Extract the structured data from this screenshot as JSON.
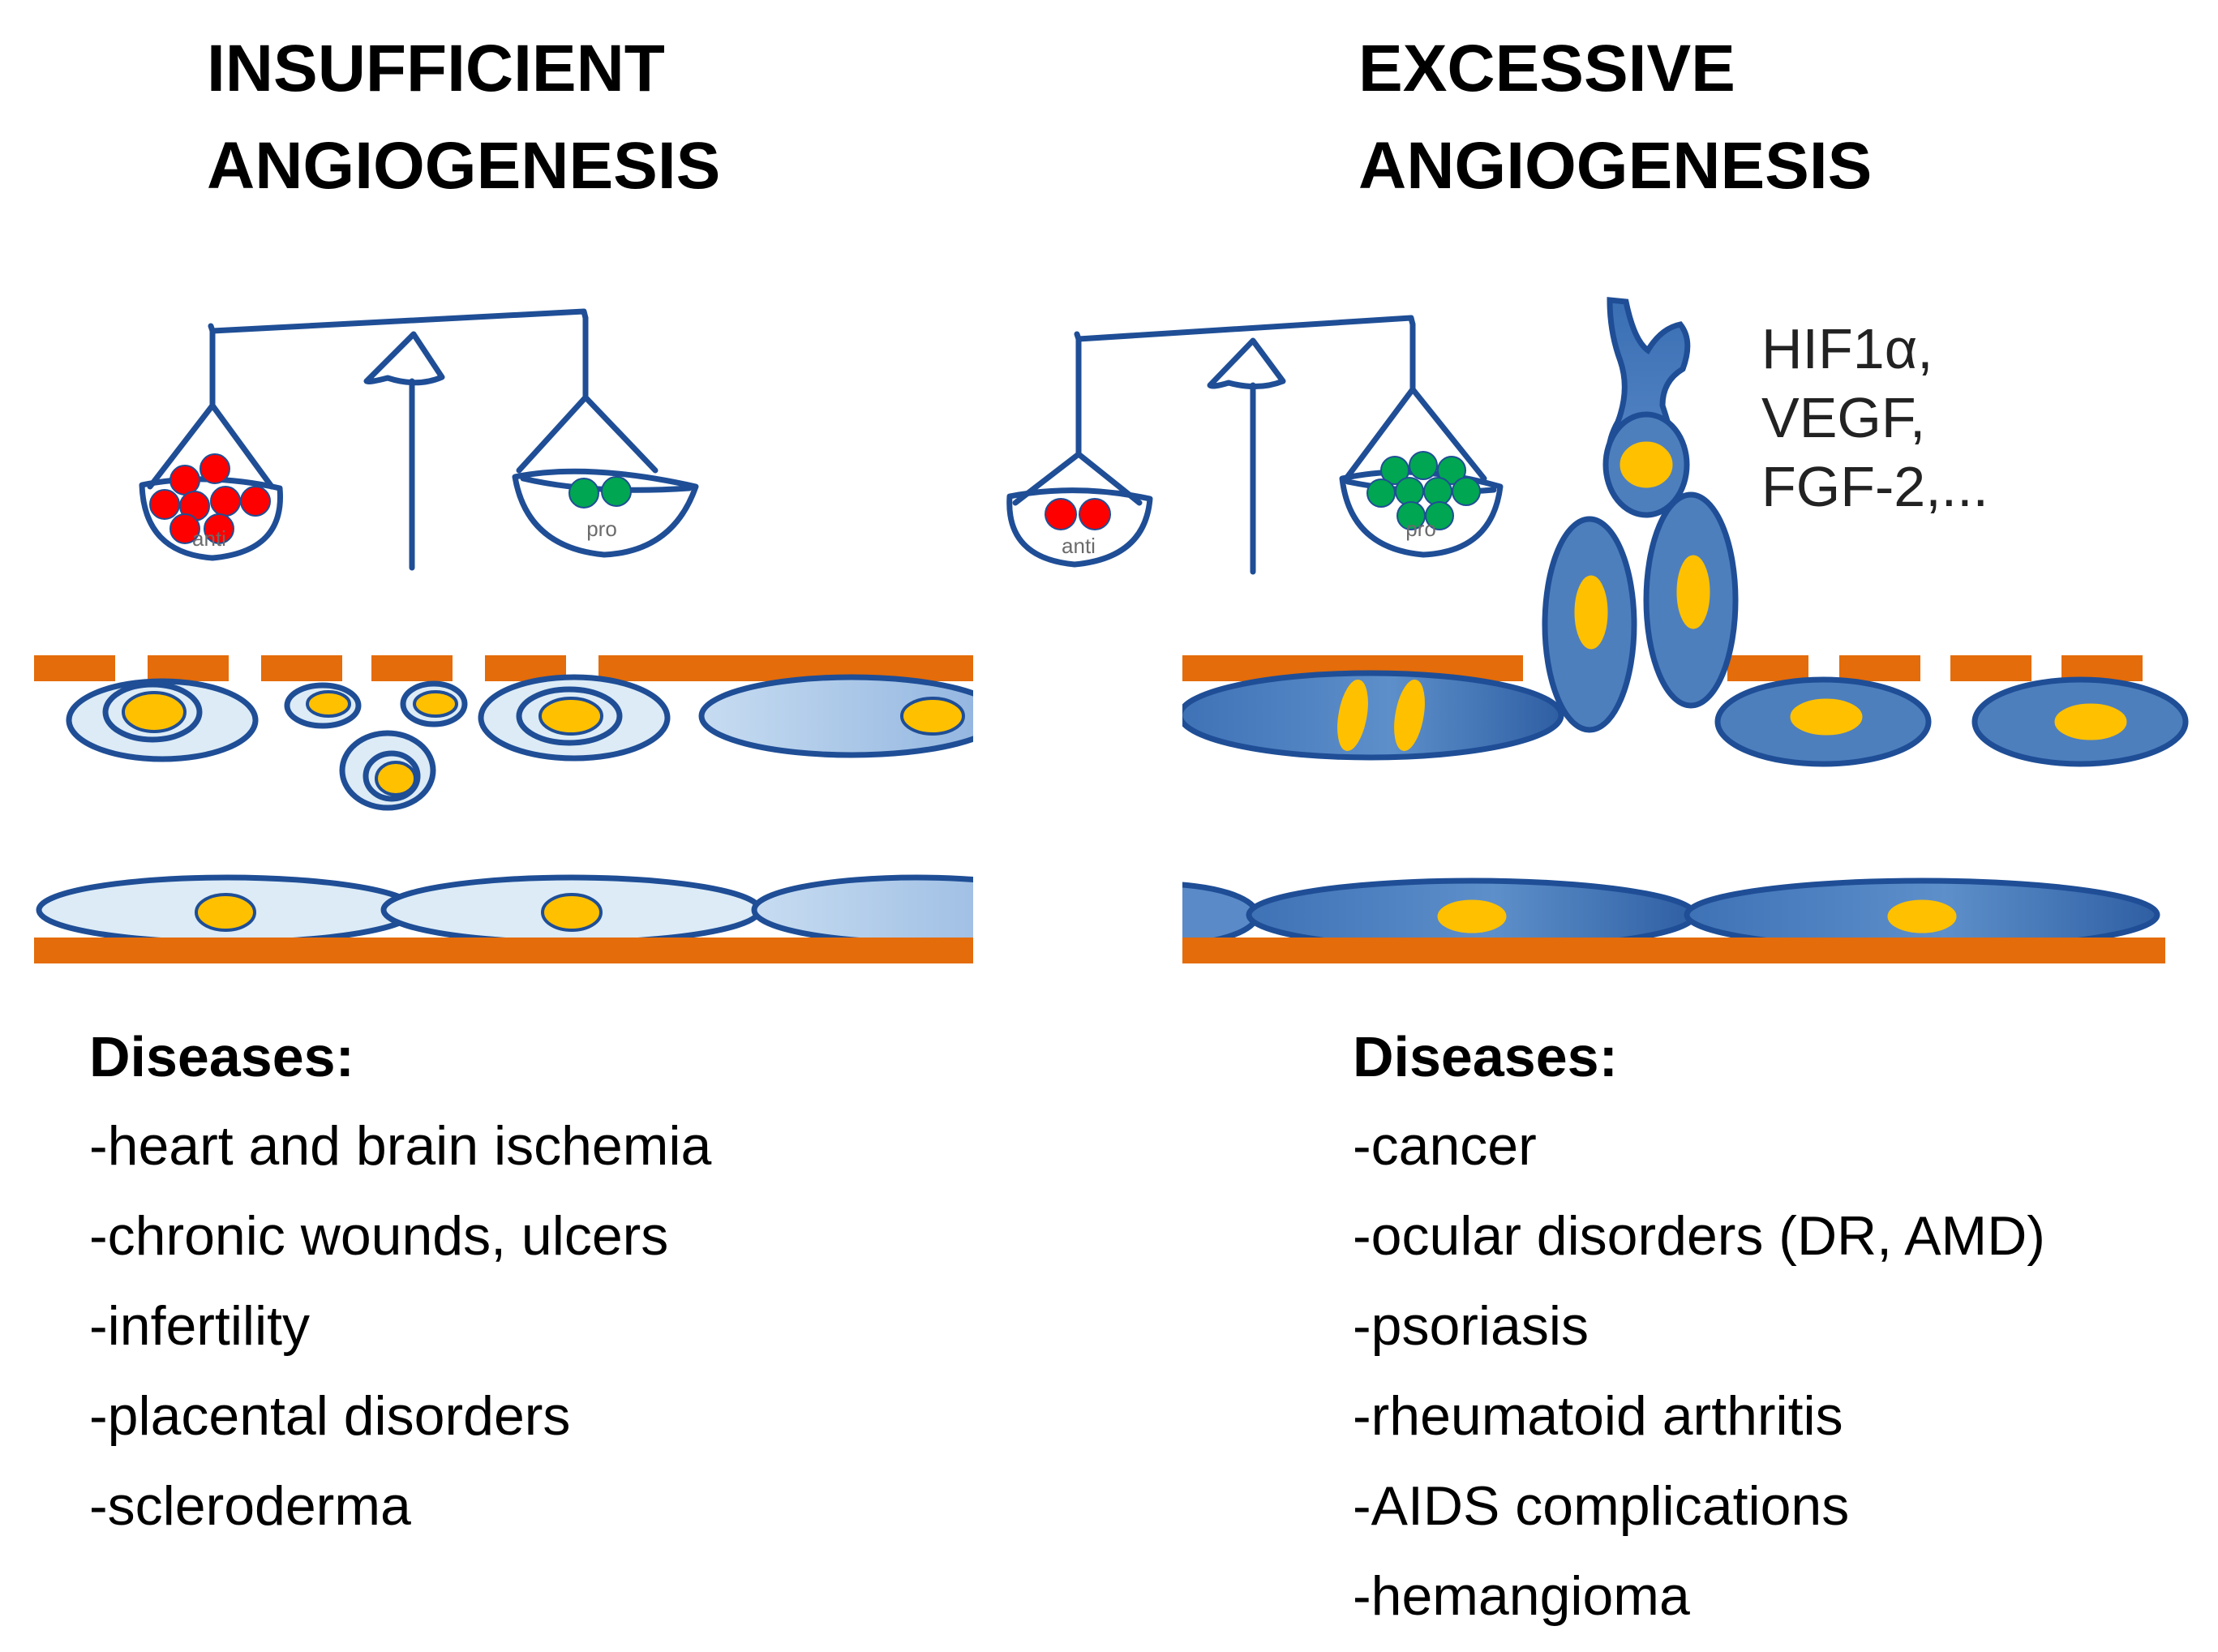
{
  "left": {
    "title_line1": "INSUFFICIENT",
    "title_line2": "ANGIOGENESIS",
    "pan_left_label": "anti",
    "pan_right_label": "pro",
    "diseases_heading": "Diseases:",
    "diseases": [
      "-heart and brain ischemia",
      "-chronic wounds, ulcers",
      "-infertility",
      "-placental disorders",
      "-scleroderma"
    ]
  },
  "right": {
    "title_line1": "EXCESSIVE",
    "title_line2": "ANGIOGENESIS",
    "pan_left_label": "anti",
    "pan_right_label": "pro",
    "factors": [
      "HIF1α,",
      "VEGF,",
      "FGF-2,..."
    ],
    "diseases_heading": "Diseases:",
    "diseases": [
      "-cancer",
      "-ocular disorders (DR, AMD)",
      "-psoriasis",
      "-rheumatoid arthritis",
      "-AIDS complications",
      "-hemangioma"
    ]
  },
  "colors": {
    "outline_blue": "#1f4e96",
    "pale_cell": "#dcebf6",
    "mid_cell": "#aac6e6",
    "dark_cell": "#4d7fbd",
    "basement": "#e46c0a",
    "nucleus": "#ffc000",
    "anti_ball": "#ff0000",
    "pro_ball": "#00a651"
  }
}
